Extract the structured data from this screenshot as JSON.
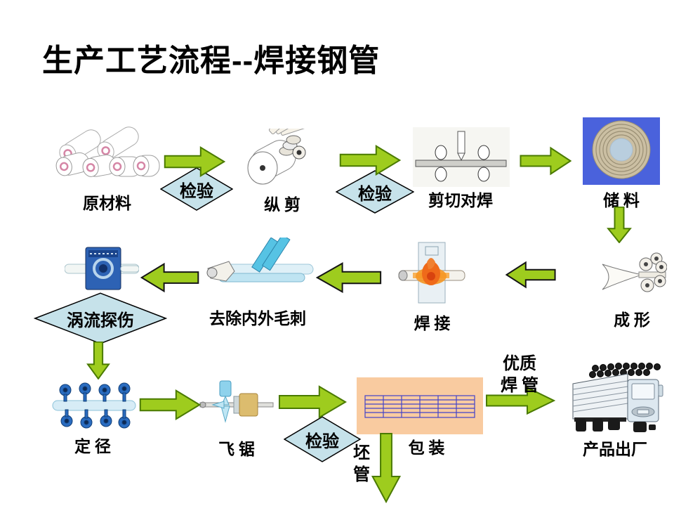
{
  "title": "生产工艺流程--焊接钢管",
  "colors": {
    "arrow_fill": "#9ECC1E",
    "arrow_edge_green": "#4A7A00",
    "arrow_edge_black": "#151515",
    "diamond_fill": "#C6E2EA",
    "diamond_edge": "#000000",
    "packing_bg": "#F9CBA0",
    "storage_bg": "#4A62DC"
  },
  "nodes": {
    "raw_material": {
      "label": "原材料"
    },
    "inspection_1": {
      "label": "检验"
    },
    "slitting": {
      "label": "纵 剪"
    },
    "inspection_2": {
      "label": "检验"
    },
    "shear_butt_weld": {
      "label": "剪切对焊"
    },
    "storage": {
      "label": "储 料"
    },
    "forming": {
      "label": "成 形"
    },
    "welding": {
      "label": "焊 接"
    },
    "deburring": {
      "label": "去除内外毛刺"
    },
    "eddy_current_test": {
      "label": "涡流探伤"
    },
    "sizing": {
      "label": "定 径"
    },
    "flying_saw": {
      "label": "飞 锯"
    },
    "inspection_3": {
      "label": "检验"
    },
    "packing": {
      "label": "包 装"
    },
    "billet_pipe": {
      "line1": "坯",
      "line2": "管"
    },
    "quality_welded_pipe": {
      "line1": "优质",
      "line2": "焊 管"
    },
    "shipping": {
      "label": "产品出厂"
    }
  }
}
